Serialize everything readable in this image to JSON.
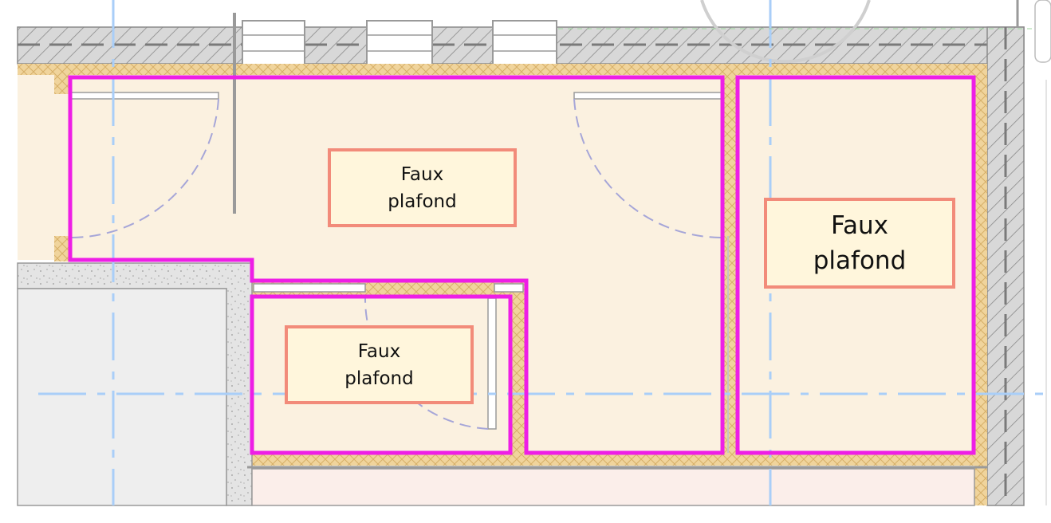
{
  "view": {
    "type": "floor-plan",
    "colors": {
      "room_boundary": "#ee1ee6",
      "tag_border": "#f28b7a",
      "tag_fill": "#fff6dc",
      "room_fill": "#fbf1e0",
      "insulation": "#f0d49c",
      "wall": "#d8d8d8",
      "concrete": "#e4e4e4",
      "gridline": "#a9cef8",
      "door_swing": "#a6a6d8",
      "lower_room": "#fbeeea"
    }
  },
  "tags": [
    {
      "id": "tag-1",
      "line1": "Faux",
      "line2": "plafond"
    },
    {
      "id": "tag-2",
      "line1": "Faux",
      "line2": "plafond"
    },
    {
      "id": "tag-3",
      "line1": "Faux",
      "line2": "plafond"
    }
  ]
}
